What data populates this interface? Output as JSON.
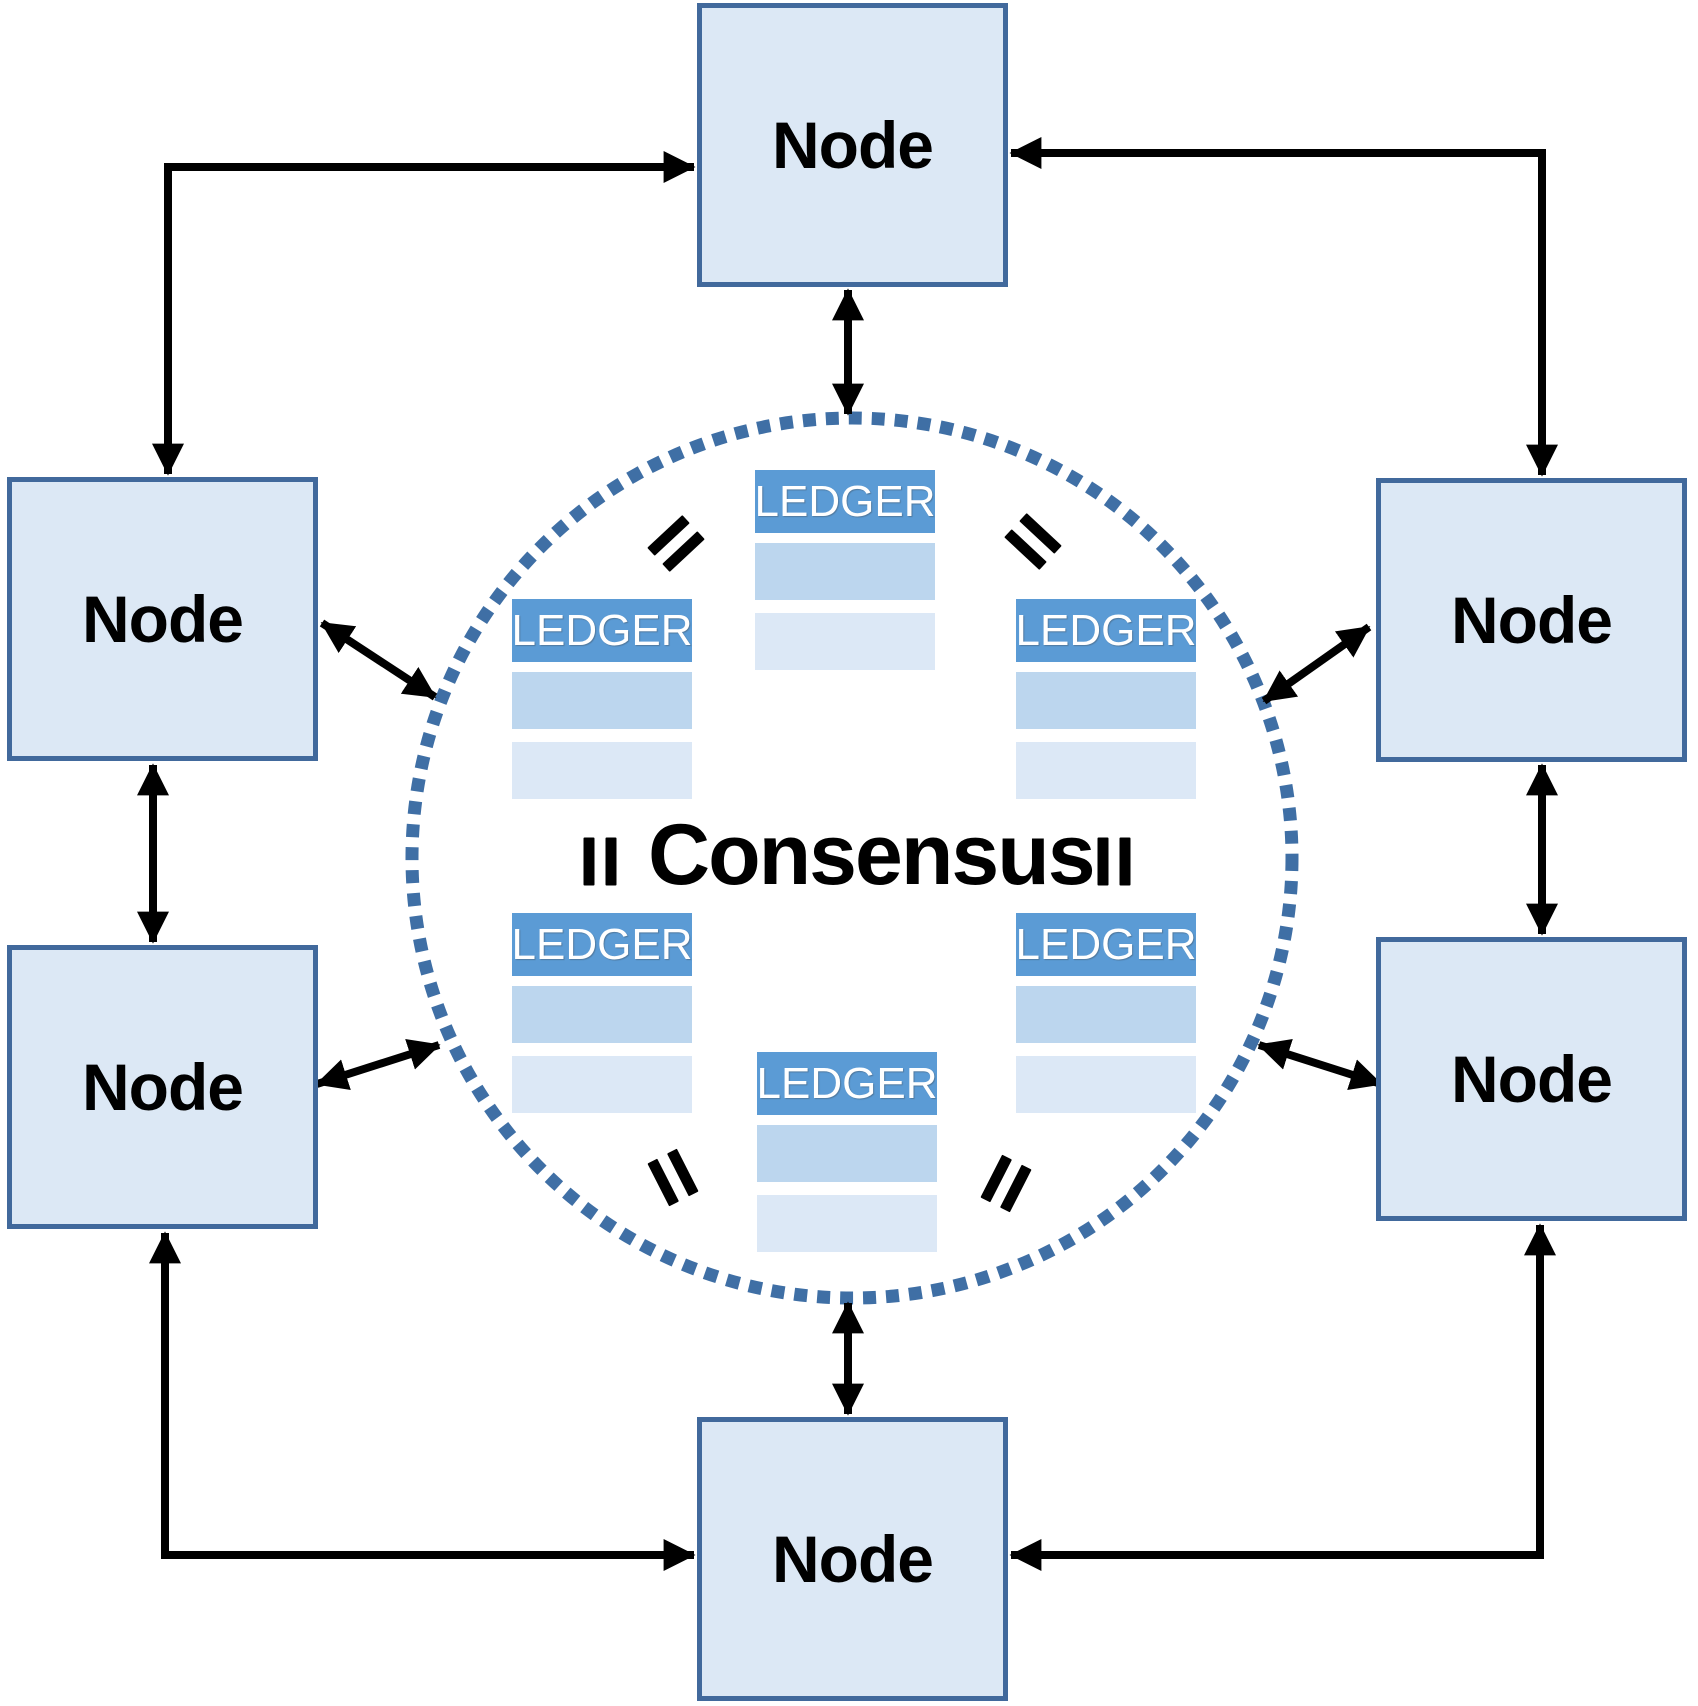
{
  "diagram": {
    "center_label": "Consensus",
    "nodes": [
      {
        "id": "top",
        "label": "Node"
      },
      {
        "id": "upper-left",
        "label": "Node"
      },
      {
        "id": "lower-left",
        "label": "Node"
      },
      {
        "id": "upper-right",
        "label": "Node"
      },
      {
        "id": "lower-right",
        "label": "Node"
      },
      {
        "id": "bottom",
        "label": "Node"
      }
    ],
    "ledgers": [
      {
        "id": "top",
        "header": "LEDGER",
        "rows": 2
      },
      {
        "id": "upper-left",
        "header": "LEDGER",
        "rows": 2
      },
      {
        "id": "upper-right",
        "header": "LEDGER",
        "rows": 2
      },
      {
        "id": "lower-left",
        "header": "LEDGER",
        "rows": 2
      },
      {
        "id": "lower-right",
        "header": "LEDGER",
        "rows": 2
      },
      {
        "id": "bottom",
        "header": "LEDGER",
        "rows": 2
      }
    ],
    "equals_icons": 6,
    "colors": {
      "node_fill": "#dce8f5",
      "node_border": "#41699c",
      "ledger_header": "#5b9bd5",
      "ledger_row1": "#bcd6ee",
      "ledger_row2": "#dce8f6",
      "circle_dot": "#3f6fa5",
      "arrow": "#000000",
      "text": "#000000"
    }
  }
}
